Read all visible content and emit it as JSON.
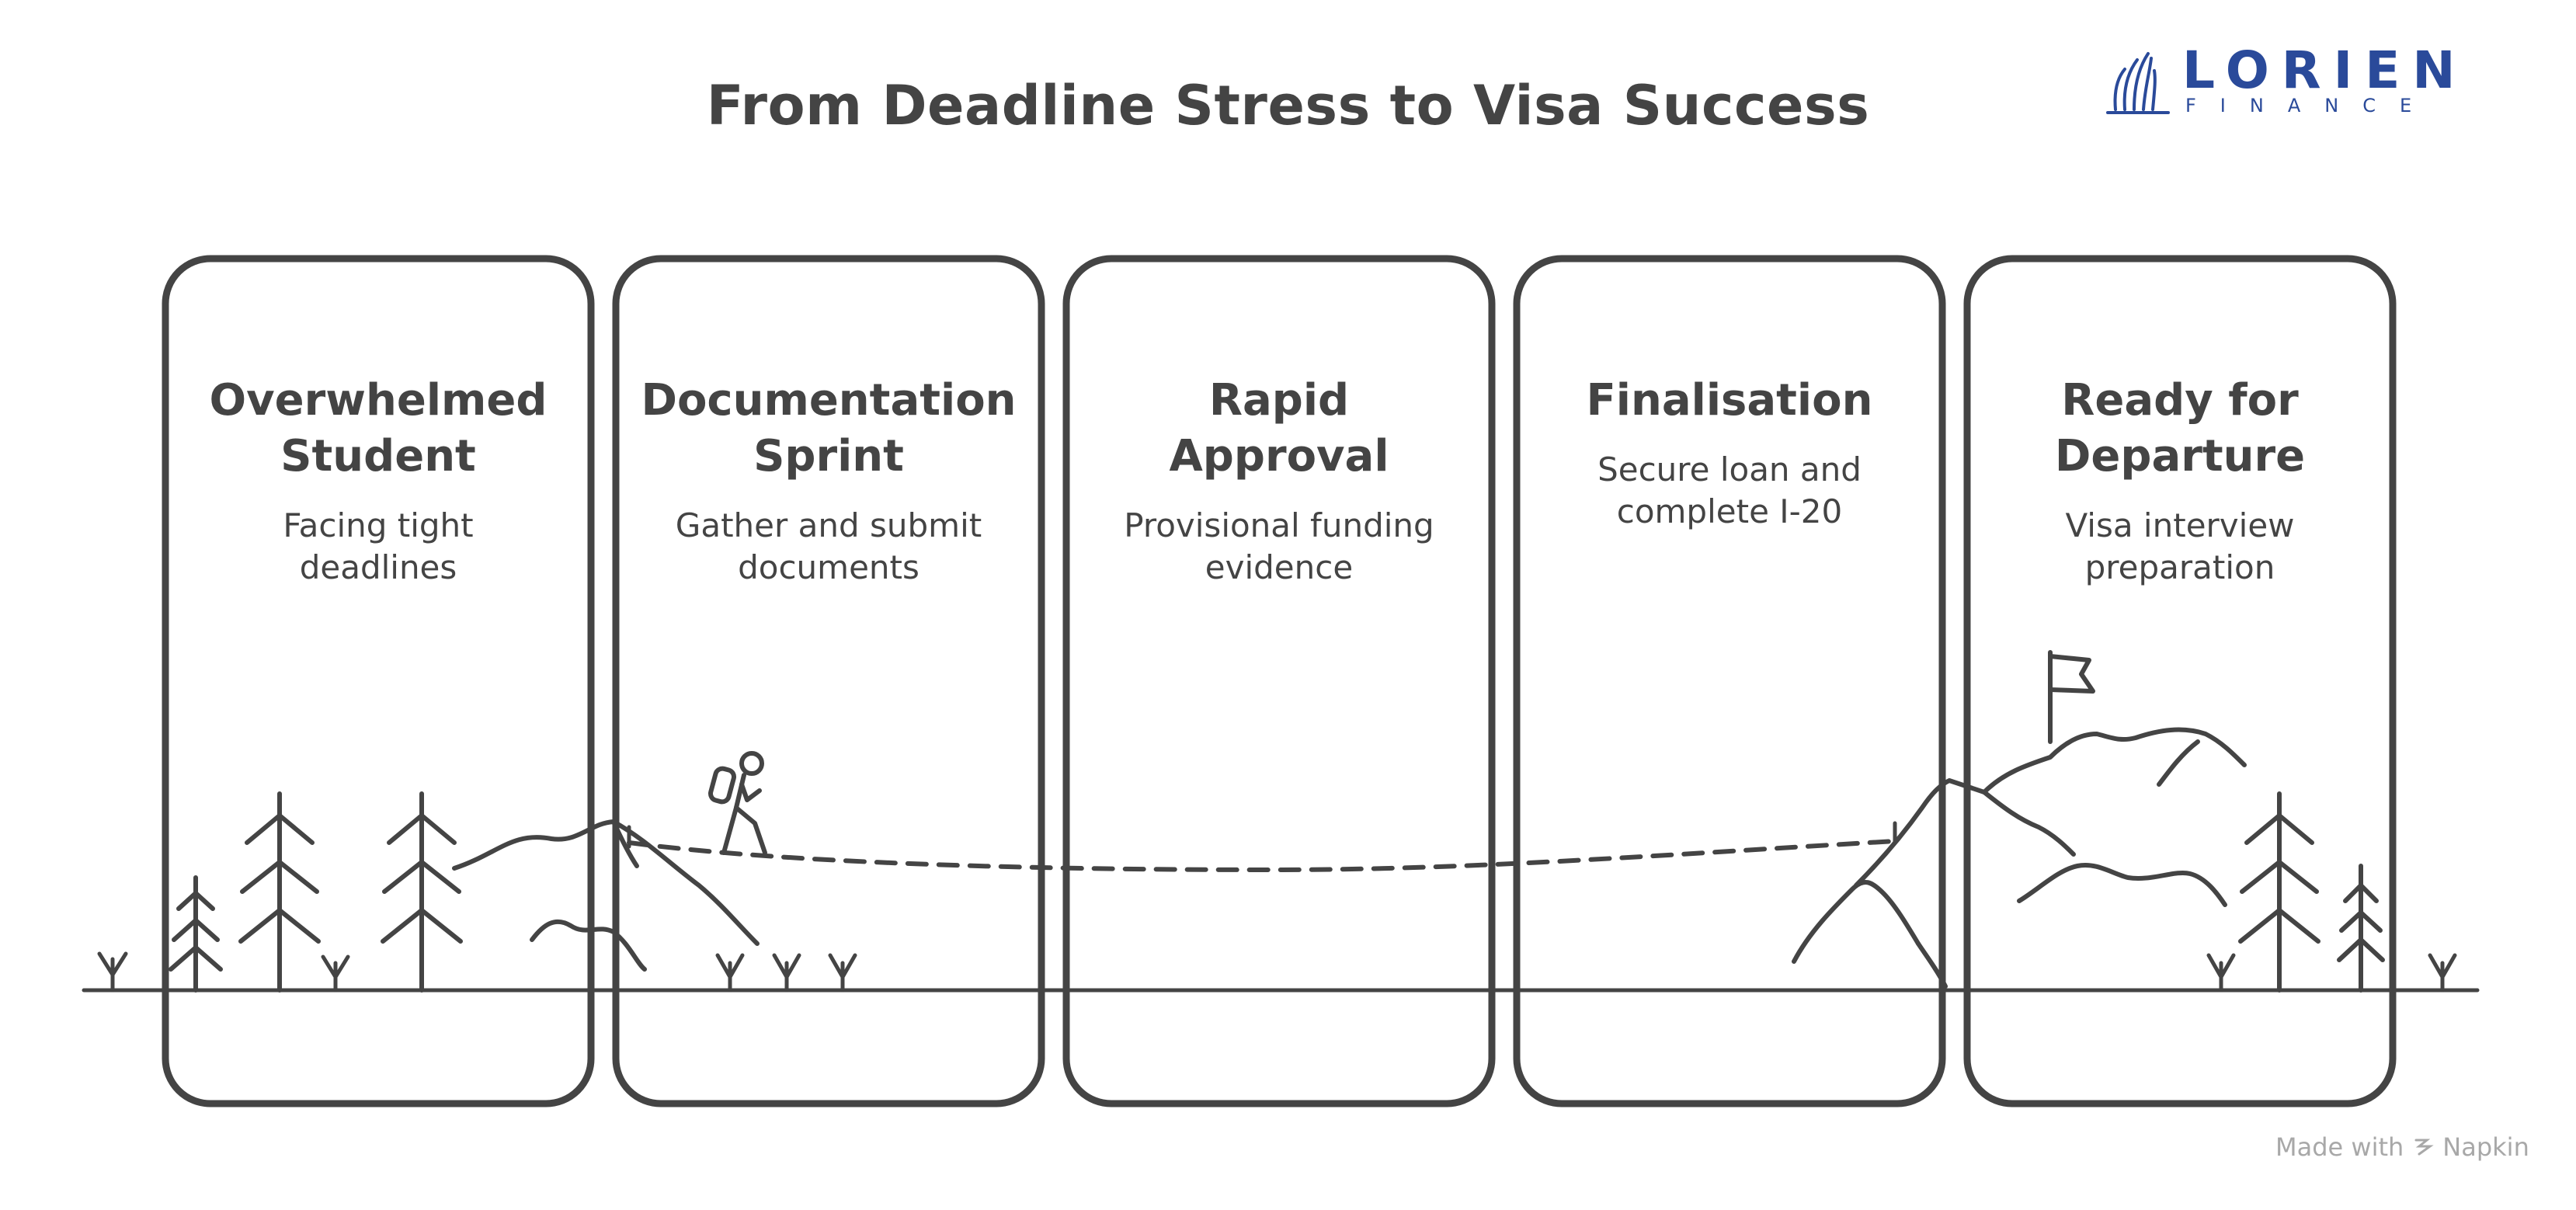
{
  "title": "From Deadline Stress to Visa Success",
  "logo": {
    "name": "LORIEN",
    "sub": "FINANCE",
    "color": "#2a4a9a"
  },
  "stages": [
    {
      "title": "Overwhelmed\nStudent",
      "desc": "Facing tight\ndeadlines"
    },
    {
      "title": "Documentation\nSprint",
      "desc": "Gather and submit\ndocuments"
    },
    {
      "title": "Rapid\nApproval",
      "desc": "Provisional funding\nevidence"
    },
    {
      "title": "Finalisation",
      "desc": "Secure loan and\ncomplete I-20"
    },
    {
      "title": "Ready for\nDeparture",
      "desc": "Visa interview\npreparation"
    }
  ],
  "footer": {
    "made_with": "Made with",
    "brand": "Napkin"
  },
  "icons": [
    "tree-icon",
    "hiker-icon",
    "mountain-icon",
    "flag-icon",
    "grass-icon",
    "napkin-logo-icon"
  ],
  "colors": {
    "ink": "#444444",
    "footer": "#a8a8a8",
    "brand": "#2a4a9a"
  }
}
